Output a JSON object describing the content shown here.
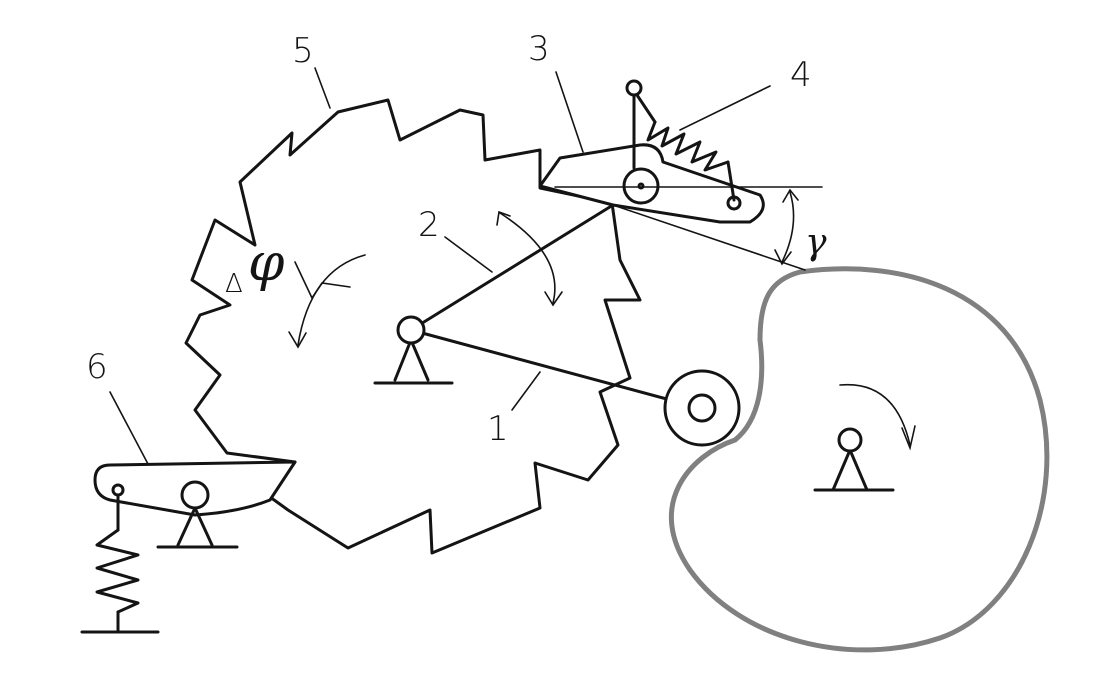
{
  "diagram": {
    "labels": {
      "ratchet_wheel": "5",
      "pawl": "3",
      "spring": "4",
      "lever": "2",
      "connecting_rod": "1",
      "holding_pawl": "6",
      "step_angle_delta": "Δ",
      "step_angle_phi": "φ",
      "pawl_angle": "γ"
    },
    "colors": {
      "line": "#141414",
      "cam_outline": "#808080",
      "background": "#ffffff"
    }
  }
}
